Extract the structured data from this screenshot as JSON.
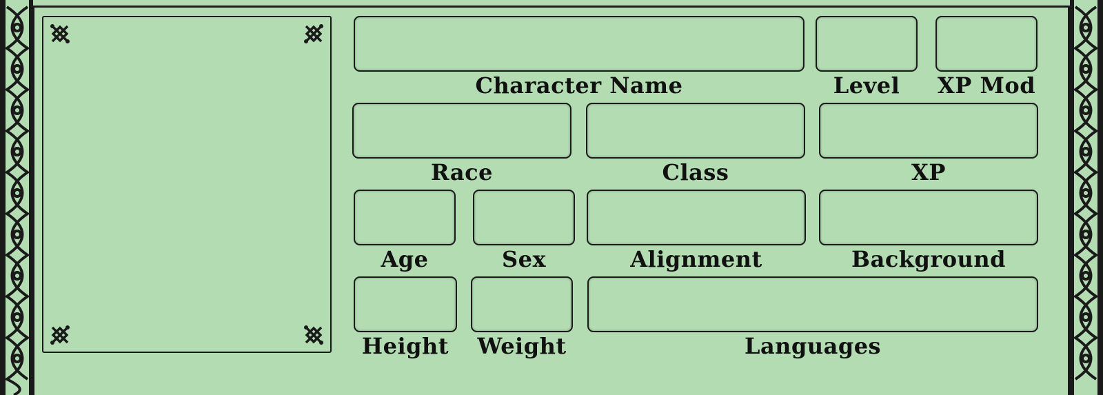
{
  "form": {
    "labels": {
      "character_name": "Character Name",
      "level": "Level",
      "xp_mod": "XP Mod",
      "race": "Race",
      "class": "Class",
      "xp": "XP",
      "age": "Age",
      "sex": "Sex",
      "alignment": "Alignment",
      "background": "Background",
      "height": "Height",
      "weight": "Weight",
      "languages": "Languages"
    }
  },
  "colors": {
    "background": "#b3dcb3",
    "ink": "#1a1a1a"
  },
  "decorations": {
    "border_ornament": "floral-scroll-border",
    "corner_ornament": "celtic-knot-icon"
  }
}
